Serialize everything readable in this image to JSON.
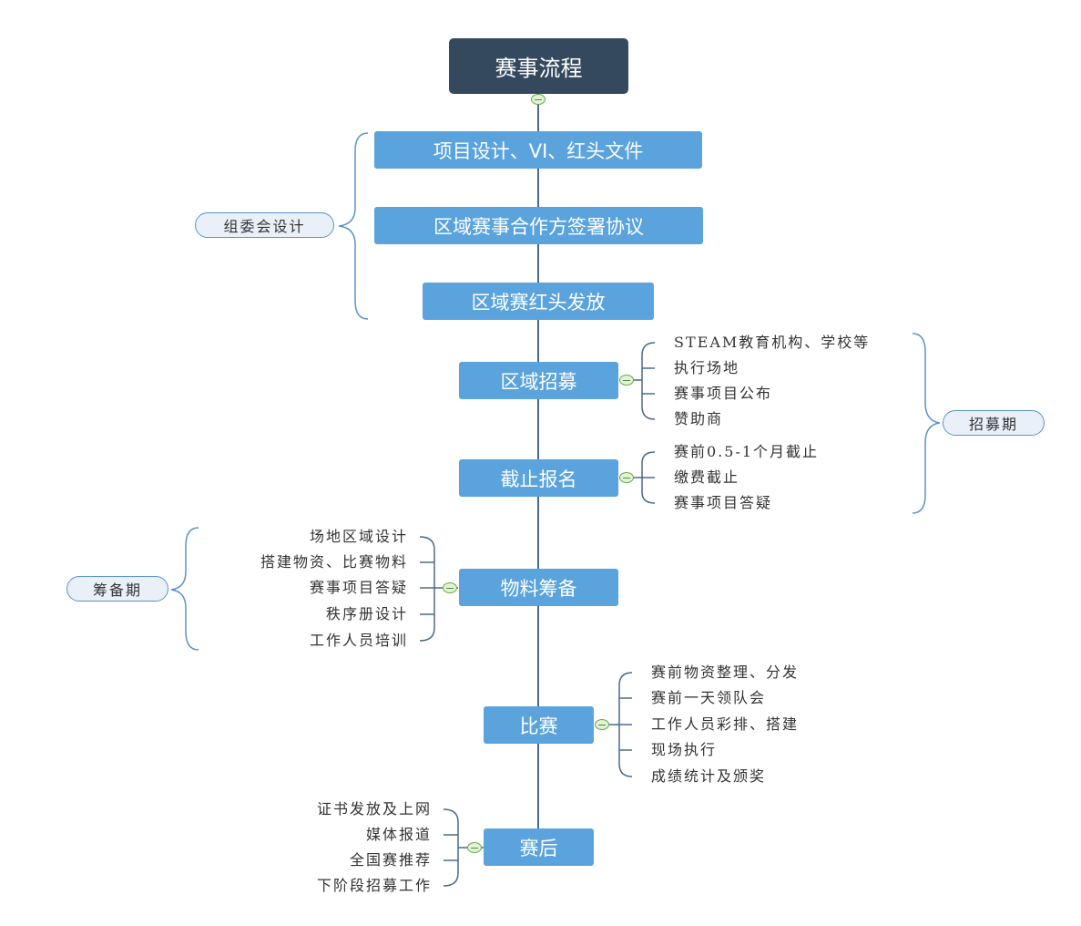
{
  "root": "赛事流程",
  "steps": [
    "项目设计、VI、红头文件",
    "区域赛事合作方签署协议",
    "区域赛红头发放",
    "区域招募",
    "截止报名",
    "物料筹备",
    "比赛",
    "赛后"
  ],
  "details": {
    "recruit": [
      "STEAM教育机构、学校等",
      "执行场地",
      "赛事项目公布",
      "赞助商"
    ],
    "deadline": [
      "赛前0.5-1个月截止",
      "缴费截止",
      "赛事项目答疑"
    ],
    "materials": [
      "场地区域设计",
      "搭建物资、比赛物料",
      "赛事项目答疑",
      "秩序册设计",
      "工作人员培训"
    ],
    "match": [
      "赛前物资整理、分发",
      "赛前一天领队会",
      "工作人员彩排、搭建",
      "现场执行",
      "成绩统计及颁奖"
    ],
    "after": [
      "证书发放及上网",
      "媒体报道",
      "全国赛推荐",
      "下阶段招募工作"
    ]
  },
  "groups": {
    "committee": "组委会设计",
    "recruit_period": "招募期",
    "prep_period": "筹备期"
  },
  "colors": {
    "root": "#34495e",
    "step": "#5aa3dd",
    "line": "#4a6a8a",
    "bracket": "#5a93cc",
    "group_fill": "#e9f0f8"
  }
}
